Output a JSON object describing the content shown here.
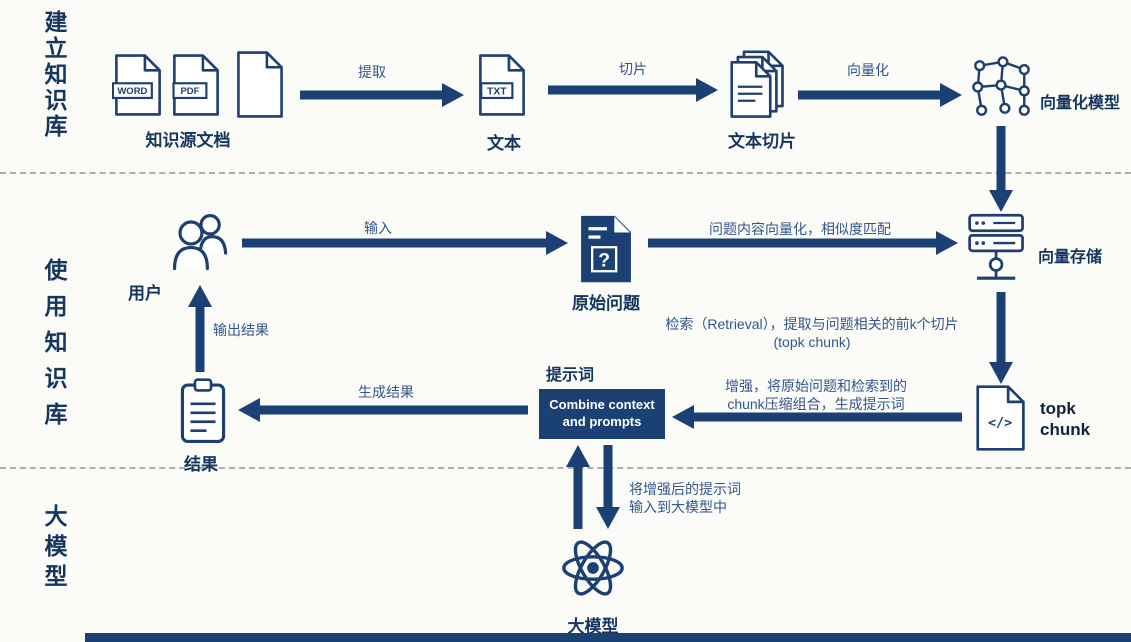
{
  "colors": {
    "primary": "#1b4074",
    "arrow_label_blue": "#33568c",
    "divider_gray": "#aeaeae"
  },
  "sections": {
    "build": {
      "label": "建立知识库"
    },
    "use": {
      "label": "使用知识库"
    },
    "model": {
      "label": "大模型"
    }
  },
  "nodes": {
    "source_docs": {
      "label": "知识源文档",
      "word_badge": "WORD",
      "pdf_badge": "PDF"
    },
    "text": {
      "label": "文本",
      "badge": "TXT"
    },
    "chunks": {
      "label": "文本切片"
    },
    "vector_model": {
      "label": "向量化模型"
    },
    "user": {
      "label": "用户"
    },
    "question": {
      "label": "原始问题",
      "glyph": "?"
    },
    "vector_store": {
      "label": "向量存储"
    },
    "topk": {
      "glyph": "</>",
      "line1": "topk",
      "line2": "chunk"
    },
    "combine": {
      "title": "提示词",
      "box_text": "Combine context and prompts"
    },
    "result": {
      "label": "结果"
    },
    "llm": {
      "label": "大模型"
    }
  },
  "arrows": {
    "extract": {
      "label": "提取"
    },
    "slice": {
      "label": "切片"
    },
    "vectorize": {
      "label": "向量化"
    },
    "input": {
      "label": "输入"
    },
    "similarity": {
      "label": "问题内容向量化，相似度匹配"
    },
    "retrieval": {
      "line1": "检索（Retrieval），提取与问题相关的前k个切片",
      "line2": "(topk chunk)"
    },
    "augment": {
      "line1": "增强，将原始问题和检索到的",
      "line2": "chunk压缩组合，生成提示词"
    },
    "generate": {
      "label": "生成结果"
    },
    "output": {
      "label": "输出结果"
    },
    "to_llm": {
      "line1": "将增强后的提示词",
      "line2": "输入到大模型中"
    }
  }
}
